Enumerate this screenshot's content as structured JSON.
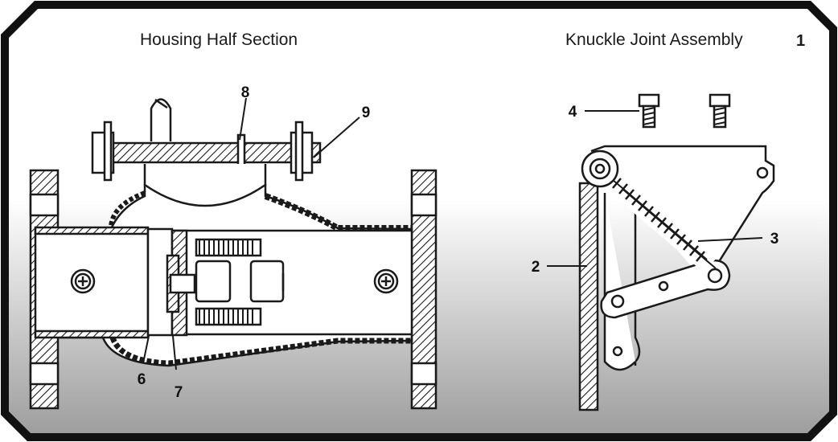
{
  "left_panel": {
    "title": "Housing Half Section"
  },
  "right_panel": {
    "title": "Knuckle Joint Assembly",
    "figure_number": "1"
  },
  "callouts": {
    "c2": "2",
    "c3": "3",
    "c4": "4",
    "c6": "6",
    "c7": "7",
    "c8": "8",
    "c9": "9"
  },
  "colors": {
    "frame": "#111111",
    "line": "#1a1a1a",
    "fill": "#ffffff",
    "shade_bottom": "#9a9a9a"
  }
}
